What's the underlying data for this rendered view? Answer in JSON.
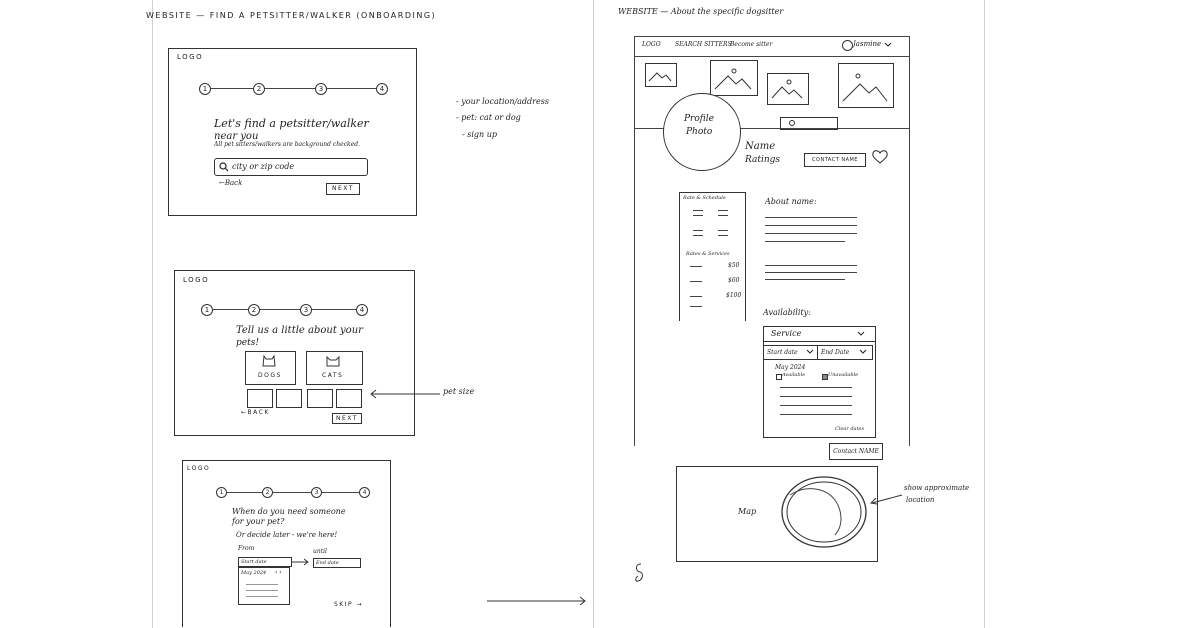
{
  "left_page": {
    "title": "WEBSITE  —  FIND A PETSITTER/WALKER (ONBOARDING)",
    "step1": {
      "logo": "LOGO",
      "steps": [
        "1",
        "2",
        "3",
        "4"
      ],
      "heading_line1": "Let's find a petsitter/walker",
      "heading_line2": "near you",
      "subtext": "All pet sitters/walkers are background checked.",
      "search_placeholder": "city or zip code",
      "back": "←Back",
      "next": "NEXT"
    },
    "step1_notes": [
      "- your location/address",
      "- pet: cat or dog",
      "- sign up"
    ],
    "step2": {
      "logo": "LOGO",
      "steps": [
        "1",
        "2",
        "3",
        "4"
      ],
      "heading_line1": "Tell us a little about your",
      "heading_line2": "pets!",
      "dogs": "DOGS",
      "cats": "CATS",
      "back": "←BACK",
      "next": "NEXT"
    },
    "step2_note": "pet size",
    "step3": {
      "logo": "LOGO",
      "steps": [
        "1",
        "2",
        "3",
        "4"
      ],
      "heading_line1": "When do you need someone",
      "heading_line2": "for your pet?",
      "subtext": "Or decide later - we're here!",
      "from_label": "From",
      "until_label": "until",
      "start_date": "Start date",
      "end_date": "End date",
      "calendar_month": "May 2024",
      "skip": "SKIP →"
    }
  },
  "right_page": {
    "title": "WEBSITE  —  About the specific dogsitter",
    "nav": {
      "logo": "LOGO",
      "search": "SEARCH SITTERS",
      "become": "Become sitter",
      "user": "Jasmine"
    },
    "profile_photo_line1": "Profile",
    "profile_photo_line2": "Photo",
    "name": "Name",
    "ratings": "Ratings",
    "contact_top": "CONTACT NAME",
    "sidebar": {
      "title": "Rate & Schedule",
      "rates_title": "Rates & Services",
      "prices": [
        "$50",
        "$60",
        "$100"
      ]
    },
    "about": "About name:",
    "availability": "Availability:",
    "service_select": "Service",
    "start_date": "Start date",
    "end_date": "End Date",
    "calendar_month": "May 2024",
    "available": "Available",
    "unavailable": "Unavailable",
    "clear_dates": "Clear dates",
    "contact_bottom": "Contact NAME",
    "map": "Map",
    "map_note_line1": "show approximate",
    "map_note_line2": "location"
  }
}
